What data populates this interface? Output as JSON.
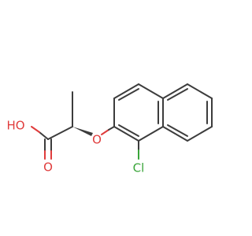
{
  "molecule": {
    "colors": {
      "carbon_bond": "#3c3c3c",
      "oxygen": "#e03c3c",
      "chlorine": "#3aa53a",
      "background": "#ffffff"
    },
    "atoms": {
      "hydroxyl": "HO",
      "carbonyl_oxygen": "O",
      "ether_oxygen": "O",
      "chlorine": "Cl"
    }
  }
}
